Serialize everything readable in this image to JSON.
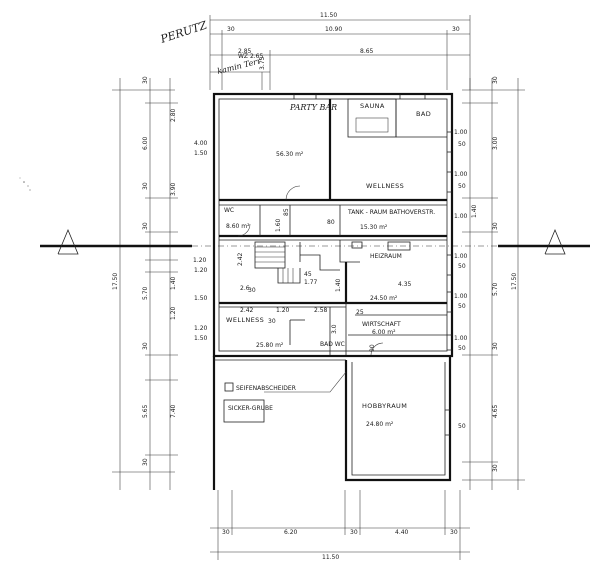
{
  "annotations": {
    "perutz": "PERUTZ",
    "kamin_terr": "kamin Terr",
    "wohnzimmer": "WZ 2.65",
    "section_marker": "A"
  },
  "top_dims": {
    "overall": "11.50",
    "left": "30",
    "middle": "10.90",
    "right": "30",
    "sub_left": "2.85",
    "sub_right": "8.65",
    "sub_small": "3.75"
  },
  "bottom_dims": {
    "overall": "11.50",
    "a": "30",
    "b": "6.20",
    "c": "30",
    "d": "4.40",
    "e": "30"
  },
  "left_dims": {
    "overall": "17.50",
    "d1": "30",
    "d2": "2.80",
    "d3": "6.00",
    "d4": "30",
    "d5": "3.90",
    "d6": "30",
    "d7": "1.20",
    "d8": "1.40",
    "d9": "5.70",
    "d10": "1.20",
    "d11": "30",
    "d12": "7.40",
    "d13": "5.65",
    "d14": "30",
    "d15": "4.00",
    "d16": "1.50",
    "d17": "1.20",
    "d18": "1.50",
    "d19": "1.20",
    "d20": "1.50"
  },
  "right_dims": {
    "overall": "17.50",
    "d1": "30",
    "d2": "3.00",
    "d3": "30",
    "d4": "5.70",
    "d5": "30",
    "d6": "4.65",
    "d7": "30",
    "d8": "1.40",
    "d9": "1.00",
    "d10": "1.00",
    "d11": "1.00",
    "d12": "1.00",
    "d13": "1.00",
    "d14": "1.00",
    "d15": "50",
    "d16": "50",
    "d17": "50",
    "d18": "50",
    "d19": "50",
    "d20": "50"
  },
  "rooms": {
    "partybar": {
      "name": "PARTY BAR",
      "area": "56.30 m²"
    },
    "sauna": {
      "name": "SAUNA"
    },
    "bad": {
      "name": "BAD"
    },
    "wellness": {
      "name": "WELLNESS"
    },
    "wc": {
      "name": "WC",
      "area": "8.60 m²"
    },
    "tank": {
      "name": "TANK - RAUM BATHOVERSTR.",
      "area": "15.30 m²"
    },
    "heizraum": {
      "name": "HEIZRAUM"
    },
    "wellness2": {
      "name": "WELLNESS",
      "area": "25.80 m²"
    },
    "bad_wc": {
      "name": "BAD WC"
    },
    "central": {
      "area": "24.50 m²"
    },
    "wirtschaft": {
      "name": "WIRTSCHAFT",
      "area": "6.00 m²"
    },
    "hobby": {
      "name": "HOBBYRAUM",
      "area": "24.80 m²"
    },
    "abscheider": {
      "name": "SEIFENABSCHEIDER"
    },
    "sicker": {
      "name": "SICKER-GRUBE"
    }
  },
  "inner_dims": {
    "a": "2.42",
    "b": "1.20",
    "c": "2.58",
    "d": "4.35",
    "e": "25",
    "f": "30",
    "g": "45",
    "h": "1.77",
    "i": "2.42",
    "j": "30",
    "k": "1.40",
    "l": "85",
    "m": "80",
    "n": "90",
    "o": "3.0",
    "p": "1.60",
    "q": "2.6"
  }
}
